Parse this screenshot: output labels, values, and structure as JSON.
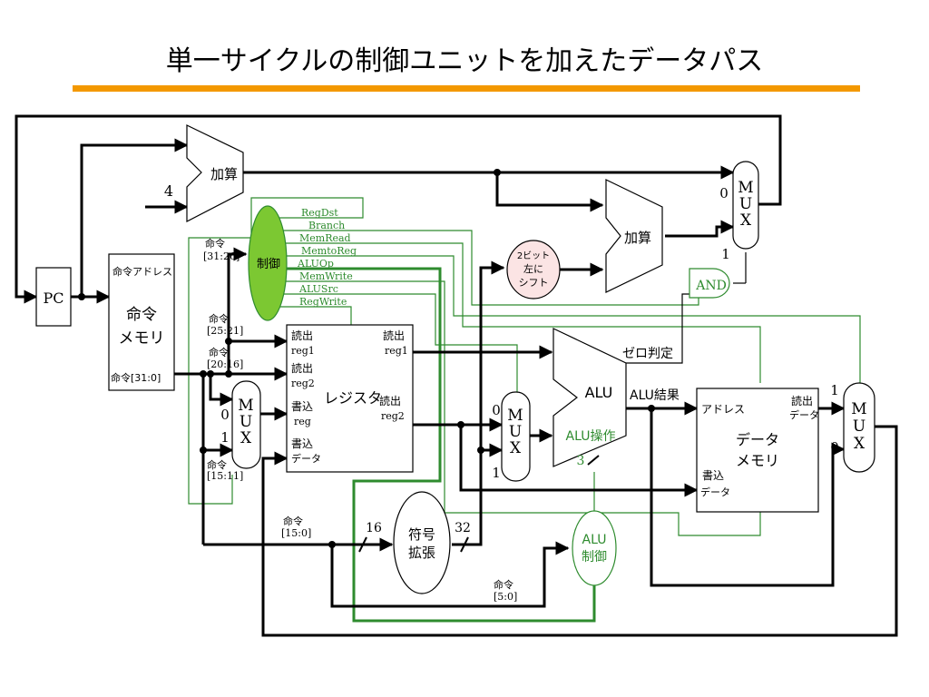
{
  "title": "単一サイクルの制御ユニットを加えたデータパス",
  "colors": {
    "accent_rule": "#f39800",
    "control": "#2e8b2e",
    "control_fill": "#7cc832",
    "shift_fill": "#fbe4e4"
  },
  "blocks": {
    "pc": "PC",
    "imem_addr": "命令アドレス",
    "imem_title_1": "命令",
    "imem_title_2": "メモリ",
    "imem_out": "命令[31:0]",
    "adder_label": "加算",
    "const_4": "4",
    "control": "制御",
    "shift_line1": "2ビット",
    "shift_line2": "左に",
    "shift_line3": "シフト",
    "and_label": "AND",
    "regfile_title": "レジスタ",
    "read": "読出",
    "write": "書込",
    "reg1": "reg1",
    "reg2": "reg2",
    "reg": "reg",
    "data": "データ",
    "alu": "ALU",
    "zero": "ゼロ判定",
    "alu_result": "ALU結果",
    "alu_op_label": "ALU操作",
    "alu_op_bits": "3",
    "dmem_address": "アドレス",
    "dmem_title_1": "データ",
    "dmem_title_2": "メモリ",
    "sext_1": "符号",
    "sext_2": "拡張",
    "aluctrl_1": "ALU",
    "aluctrl_2": "制御",
    "bits_16": "16",
    "bits_32": "32",
    "mux_m": "M",
    "mux_u": "U",
    "mux_x": "X",
    "zero_in": "0",
    "one_in": "1"
  },
  "signals": [
    "RegDst",
    "Branch",
    "MemRead",
    "MemtoReg",
    "ALUOp",
    "MemWrite",
    "ALUSrc",
    "RegWrite"
  ],
  "fields": {
    "inst_label": "命令",
    "op": "[31:26]",
    "rs": "[25:21]",
    "rt": "[20:16]",
    "rd": "[15:11]",
    "imm": "[15:0]",
    "funct": "[5:0]"
  }
}
